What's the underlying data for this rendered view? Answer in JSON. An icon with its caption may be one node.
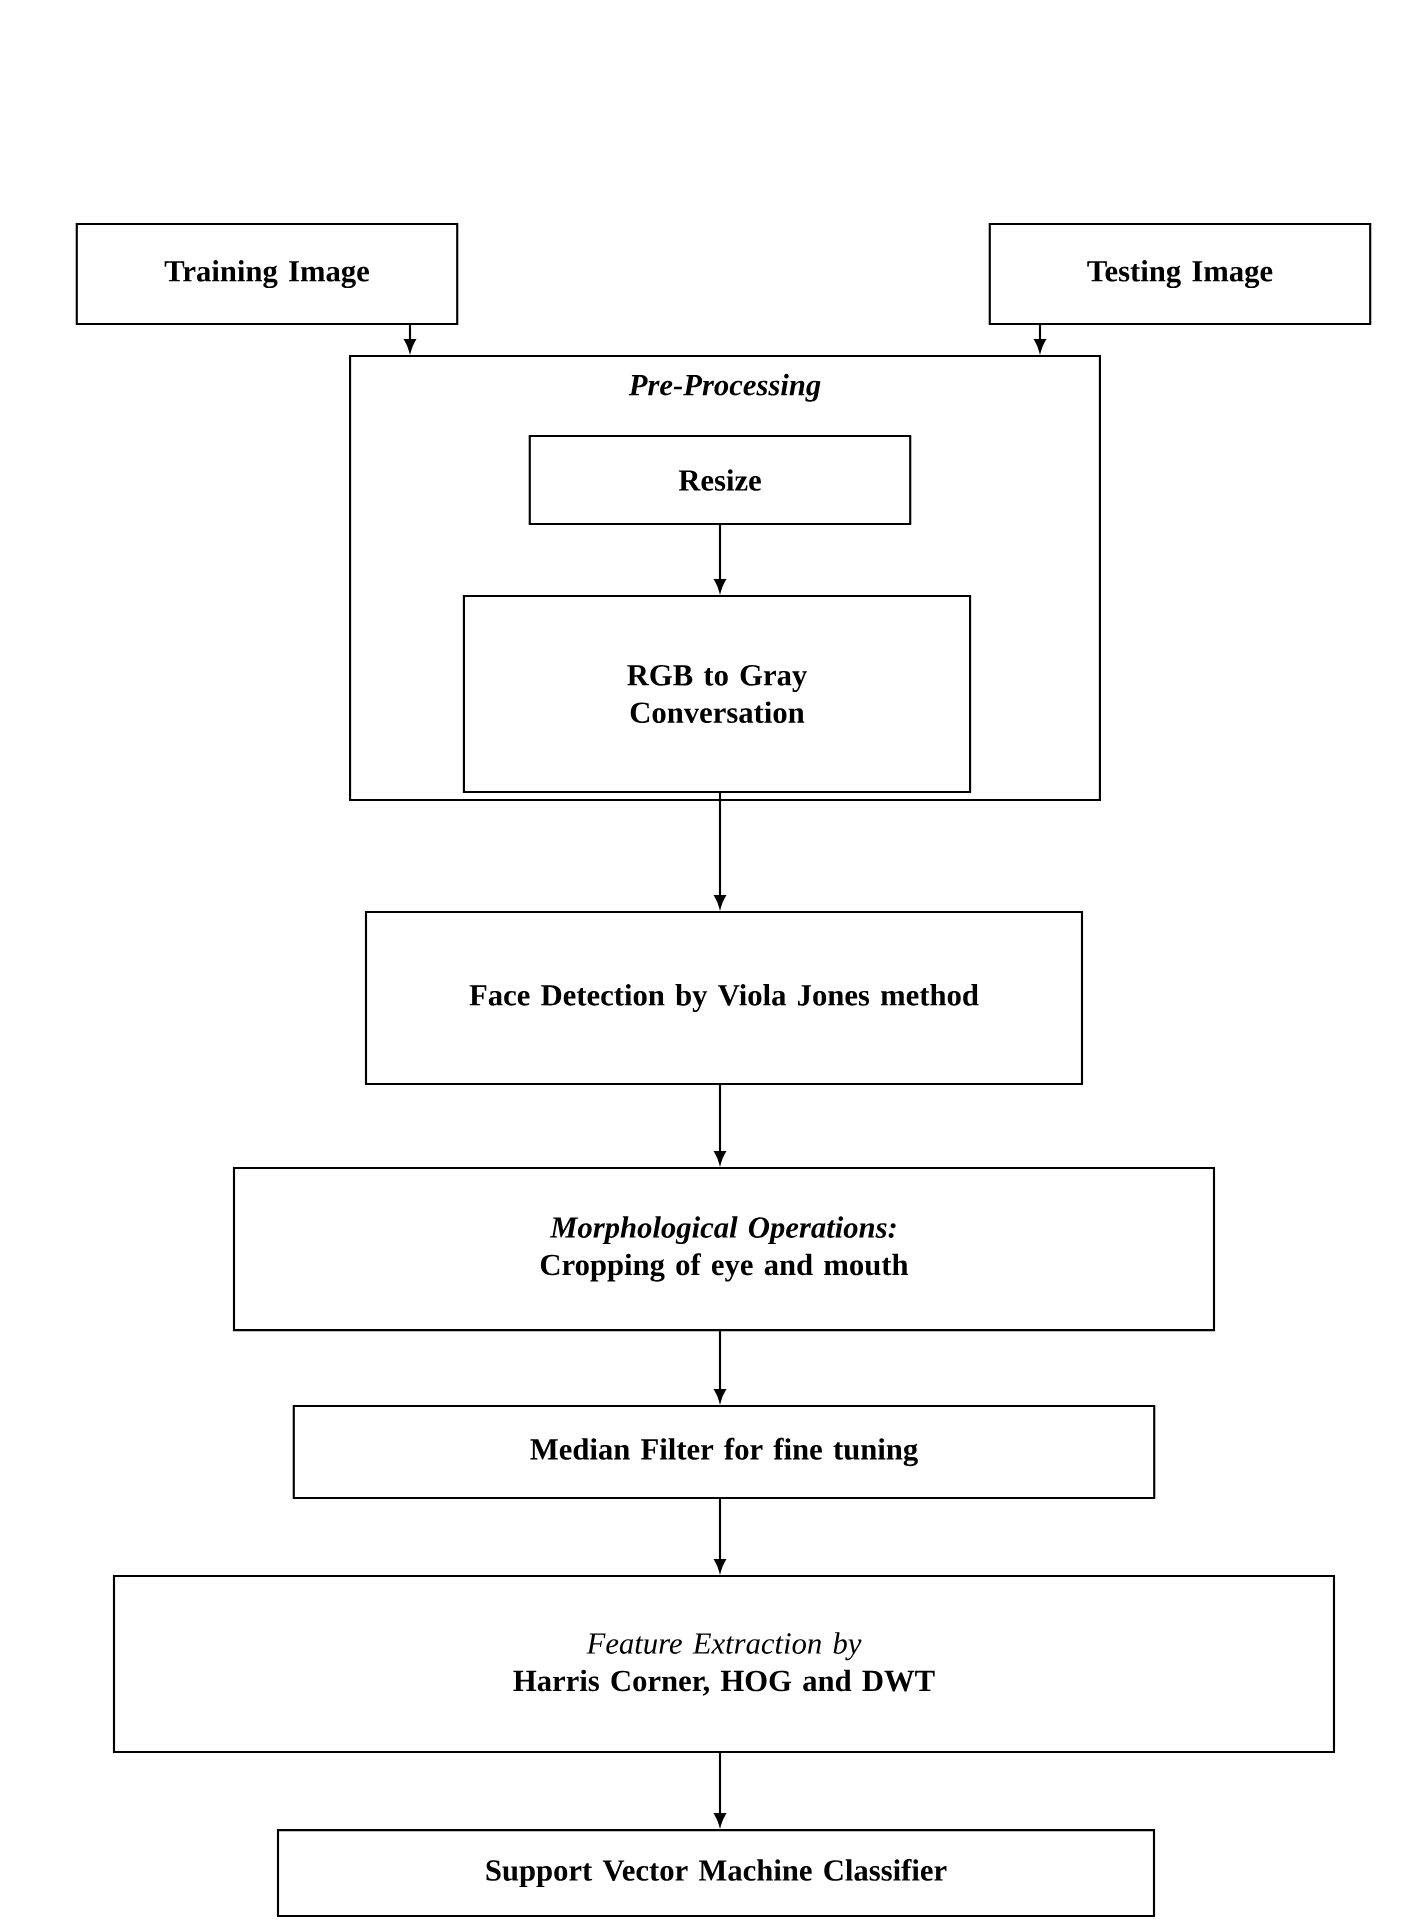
{
  "diagram": {
    "nodes": [
      {
        "text": [
          "Training Image"
        ]
      },
      {
        "text": [
          "Testing Image"
        ]
      },
      {
        "text": [
          "Pre-Processing"
        ]
      },
      {
        "text": [
          "Resize"
        ],
        "in": 2
      },
      {
        "text": [
          "RGB to Gray Conversation"
        ],
        "in": 2
      },
      {
        "text": [
          "Face Detection by Viola Jones method"
        ]
      },
      {
        "text": [
          "Morphological Operations:",
          "Cropping of eye and mouth"
        ]
      },
      {
        "text": [
          "Median Filter for fine tuning"
        ]
      },
      {
        "text": [
          "Feature Extraction by",
          "Harris Corner, HOG and DWT"
        ]
      },
      {
        "text": [
          "Support Vector Machine Classifier"
        ]
      }
    ],
    "edges": [
      {
        "from": 0,
        "to": 2,
        "arrow": "to"
      },
      {
        "from": 1,
        "to": 2,
        "arrow": "to"
      },
      {
        "from": 3,
        "to": 4,
        "arrow": "to"
      },
      {
        "from": 4,
        "to": 5,
        "arrow": "to"
      },
      {
        "from": 5,
        "to": 6,
        "arrow": "to"
      },
      {
        "from": 6,
        "to": 7,
        "arrow": "to"
      },
      {
        "from": 7,
        "to": 8,
        "arrow": "to"
      },
      {
        "from": 8,
        "to": 9,
        "arrow": "to"
      }
    ]
  }
}
